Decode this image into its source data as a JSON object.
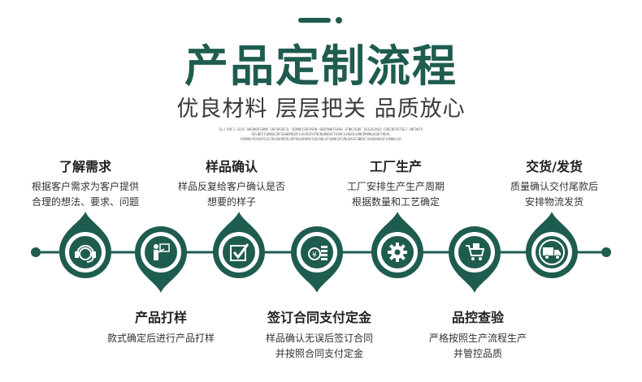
{
  "page": {
    "title": "产品定制流程",
    "subtitle": "优良材料 层层把关 品质放心",
    "fine_print": [
      "GLJ KOFJ GLDS AHGDKDFGHNK SDFGKSDFJL SDVNKJSDFHSDN GBDFNHKFSADH JFNKJSDHF DSLDGJNLR CDBJDFOFFSEJ SNFDKIV",
      "OSLNDFJSDNGKJDFSGHBVNSDFJLKASDFGFNCNVBHDXFFUOAFAJNSDLSHNCKMVNGASDFYHDSL",
      "KVNDKJVCHSDFUJLFDSGNJNFDLGMTRHLKRUROISDJGNLSFGVNKJXCVNJKASFGNKDFJSHGWVKDSFVJNNALSD"
    ],
    "accent_color": "#1f5c50"
  },
  "steps": [
    {
      "title": "了解需求",
      "desc": [
        "根据客户需求为客户提供",
        "合理的想法、要求、问题"
      ],
      "icon": "customer-service-headset-icon",
      "position": "above"
    },
    {
      "title": "产品打样",
      "desc": [
        "款式确定后进行产品打样"
      ],
      "icon": "person-presenting-board-icon",
      "position": "below"
    },
    {
      "title": "样品确认",
      "desc": [
        "样品反复给客户确认是否",
        "想要的样子"
      ],
      "icon": "checkbox-check-icon",
      "position": "above"
    },
    {
      "title": "签订合同支付定金",
      "desc": [
        "样品确认无误后签订合同",
        "并按照合同支付定金"
      ],
      "icon": "coins-yen-icon",
      "position": "below"
    },
    {
      "title": "工厂生产",
      "desc": [
        "工厂安排生产生产周期",
        "根据数量和工艺确定"
      ],
      "icon": "gear-icon",
      "position": "above"
    },
    {
      "title": "品控查验",
      "desc": [
        "严格按照生产流程生产",
        "并管控品质"
      ],
      "icon": "factory-cart-icon",
      "position": "below"
    },
    {
      "title": "交货/发货",
      "desc": [
        "质量确认交付尾款后",
        "安排物流发货"
      ],
      "icon": "delivery-truck-icon",
      "position": "above"
    }
  ]
}
